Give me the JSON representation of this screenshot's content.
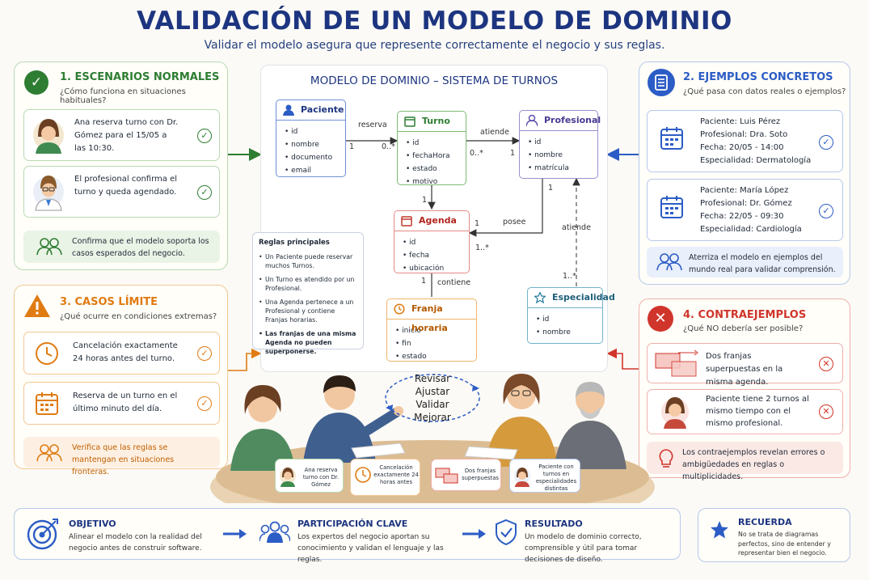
{
  "header": {
    "title": "VALIDACIÓN DE UN MODELO DE DOMINIO",
    "subtitle": "Validar el modelo asegura que represente correctamente el negocio y sus reglas."
  },
  "s1": {
    "title": "1. ESCENARIOS NORMALES",
    "question": "¿Cómo funciona en situaciones habituales?",
    "cards": [
      "Ana reserva turno con Dr. Gómez para el 15/05 a las 10:30.",
      "El profesional confirma el turno y queda agendado."
    ],
    "note": "Confirma que el modelo soporta los casos esperados del negocio."
  },
  "s2": {
    "title": "2. EJEMPLOS CONCRETOS",
    "question": "¿Qué pasa con datos reales o ejemplos?",
    "cards": [
      [
        "Paciente: Luis Pérez",
        "Profesional: Dra. Soto",
        "Fecha: 20/05 - 14:00",
        "Especialidad: Dermatología"
      ],
      [
        "Paciente: María López",
        "Profesional: Dr. Gómez",
        "Fecha: 22/05 - 09:30",
        "Especialidad: Cardiología"
      ]
    ],
    "note": "Aterriza el modelo en ejemplos del mundo real para validar comprensión."
  },
  "s3": {
    "title": "3. CASOS LÍMITE",
    "question": "¿Qué ocurre en condiciones extremas?",
    "cards": [
      "Cancelación exactamente 24 horas antes del turno.",
      "Reserva de un turno en el último minuto del día."
    ],
    "note": "Verifica que las reglas se mantengan en situaciones fronteras."
  },
  "s4": {
    "title": "4. CONTRAEJEMPLOS",
    "question": "¿Qué NO debería ser posible?",
    "cards": [
      "Dos franjas superpuestas en la misma agenda.",
      "Paciente tiene 2 turnos al mismo tiempo con el mismo profesional."
    ],
    "note": "Los contraejemplos revelan errores o ambigüedades en reglas o multiplicidades."
  },
  "model": {
    "title": "MODELO DE DOMINIO – SISTEMA DE TURNOS",
    "entities": {
      "paciente": {
        "name": "Paciente",
        "attrs": [
          "id",
          "nombre",
          "documento",
          "email"
        ]
      },
      "turno": {
        "name": "Turno",
        "attrs": [
          "id",
          "fechaHora",
          "estado",
          "motivo"
        ]
      },
      "profesional": {
        "name": "Profesional",
        "attrs": [
          "id",
          "nombre",
          "matrícula"
        ]
      },
      "agenda": {
        "name": "Agenda",
        "attrs": [
          "id",
          "fecha",
          "ubicación"
        ]
      },
      "franja": {
        "name": "Franja horaria",
        "attrs": [
          "inicio",
          "fin",
          "estado"
        ]
      },
      "especialidad": {
        "name": "Especialidad",
        "attrs": [
          "id",
          "nombre"
        ]
      }
    },
    "relations": {
      "reserva": "reserva",
      "atiende1": "atiende",
      "posee": "posee",
      "atiende2": "atiende",
      "contiene": "contiene"
    },
    "mult": {
      "m1": "1",
      "m2": "0..*",
      "m3": "0..*",
      "m4": "1",
      "m5": "1",
      "m6": "1",
      "m7": "1",
      "m8": "1..*",
      "m9": "1",
      "m10": "1..*"
    }
  },
  "rules": {
    "title": "Reglas principales",
    "items": [
      "Un Paciente puede reservar muchos Turnos.",
      "Un Turno es atendido por un Profesional.",
      "Una Agenda pertenece a un Profesional y contiene Franjas horarias.",
      "Las franjas de una misma Agenda no pueden superponerse."
    ]
  },
  "cycle": [
    "Revisar",
    "Ajustar",
    "Validar",
    "Mejorar"
  ],
  "table_cards": [
    "Ana reserva turno con Dr. Gómez",
    "Cancelación exactamente 24 horas antes",
    "Dos franjas superpuestas",
    "Paciente con turnos en especialidades distintas"
  ],
  "footer": {
    "objetivo": {
      "title": "OBJETIVO",
      "text": "Alinear el modelo con la realidad del negocio antes de construir software."
    },
    "participacion": {
      "title": "PARTICIPACIÓN CLAVE",
      "text": "Los expertos del negocio aportan su conocimiento y validan el lenguaje y las reglas."
    },
    "resultado": {
      "title": "RESULTADO",
      "text": "Un modelo de dominio correcto, comprensible y útil para tomar decisiones de diseño."
    },
    "recuerda": {
      "title": "RECUERDA",
      "text": "No se trata de diagramas perfectos, sino de entender y representar bien el negocio."
    }
  },
  "colors": {
    "navy": "#1d3580",
    "green": "#2e7d32",
    "orange": "#e07b12",
    "blue": "#2c5cc5",
    "red": "#d0352b"
  }
}
